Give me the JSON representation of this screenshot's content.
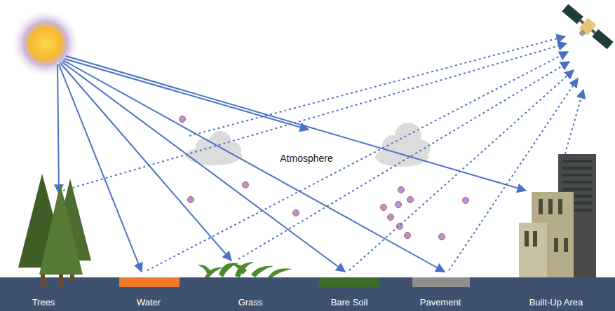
{
  "diagram": {
    "labels": [
      "Atmosphere",
      "Trees",
      "Water",
      "Grass",
      "Bare Soil",
      "Pavement",
      "Built-Up Area"
    ]
  }
}
